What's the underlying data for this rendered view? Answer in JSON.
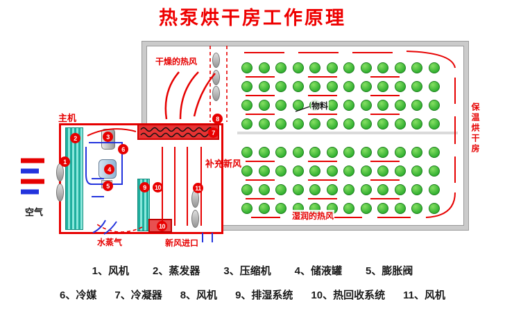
{
  "title": "热泵烘干房工作原理",
  "labels": {
    "dry_hot_air": "干燥的热风",
    "material": "物料",
    "insulated_room": "保温烘干房",
    "supplement_fresh_air": "补充新风",
    "moist_hot_air": "湿润的热风",
    "fresh_air_inlet": "新风进口",
    "water_vapor": "水蒸气",
    "air": "空气",
    "main_unit": "主机"
  },
  "component_numbers": {
    "c1": "1",
    "c2": "2",
    "c3": "3",
    "c4": "4",
    "c5": "5",
    "c6": "6",
    "c7": "7",
    "c8": "8",
    "c9": "9",
    "c10": "10",
    "c11": "11"
  },
  "legend": {
    "row1": [
      "1、风机",
      "2、蒸发器",
      "3、压缩机",
      "4、储液罐",
      "5、膨胀阀"
    ],
    "row2": [
      "6、冷媒",
      "7、冷凝器",
      "8、风机",
      "9、排湿系统",
      "10、热回收系统",
      "11、风机"
    ]
  },
  "diagram": {
    "grid": {
      "rows": 8,
      "cols": 12
    },
    "colors": {
      "arrow_red": "#e60000",
      "arrow_blue": "#2233dd",
      "material_green": "#2fae2f",
      "chamber_border": "#cbcbcb",
      "unit_border": "#e60000",
      "evaporator_teal": "#1fae9e"
    }
  }
}
